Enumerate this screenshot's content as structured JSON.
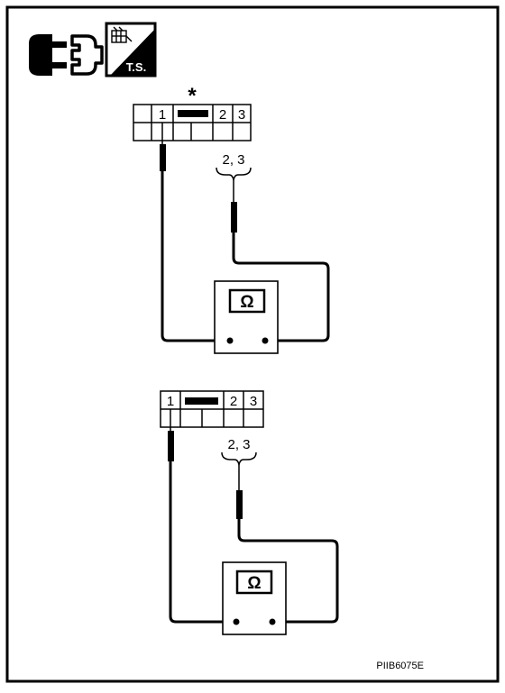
{
  "header": {
    "connector_icon": "disconnect-connector-icon",
    "ts_badge_icon": "ts-tester-badge-icon",
    "ts_label": "T.S."
  },
  "upper_test": {
    "asterisk": "*",
    "pin_left": "1",
    "pin_mid": "2",
    "pin_right": "3",
    "probe_label": "2, 3",
    "meter_symbol": "Ω"
  },
  "lower_test": {
    "pin_left": "1",
    "pin_mid": "2",
    "pin_right": "3",
    "probe_label": "2, 3",
    "meter_symbol": "Ω"
  },
  "figure_code": "PIIB6075E",
  "colors": {
    "line": "#000000",
    "background": "#ffffff"
  }
}
